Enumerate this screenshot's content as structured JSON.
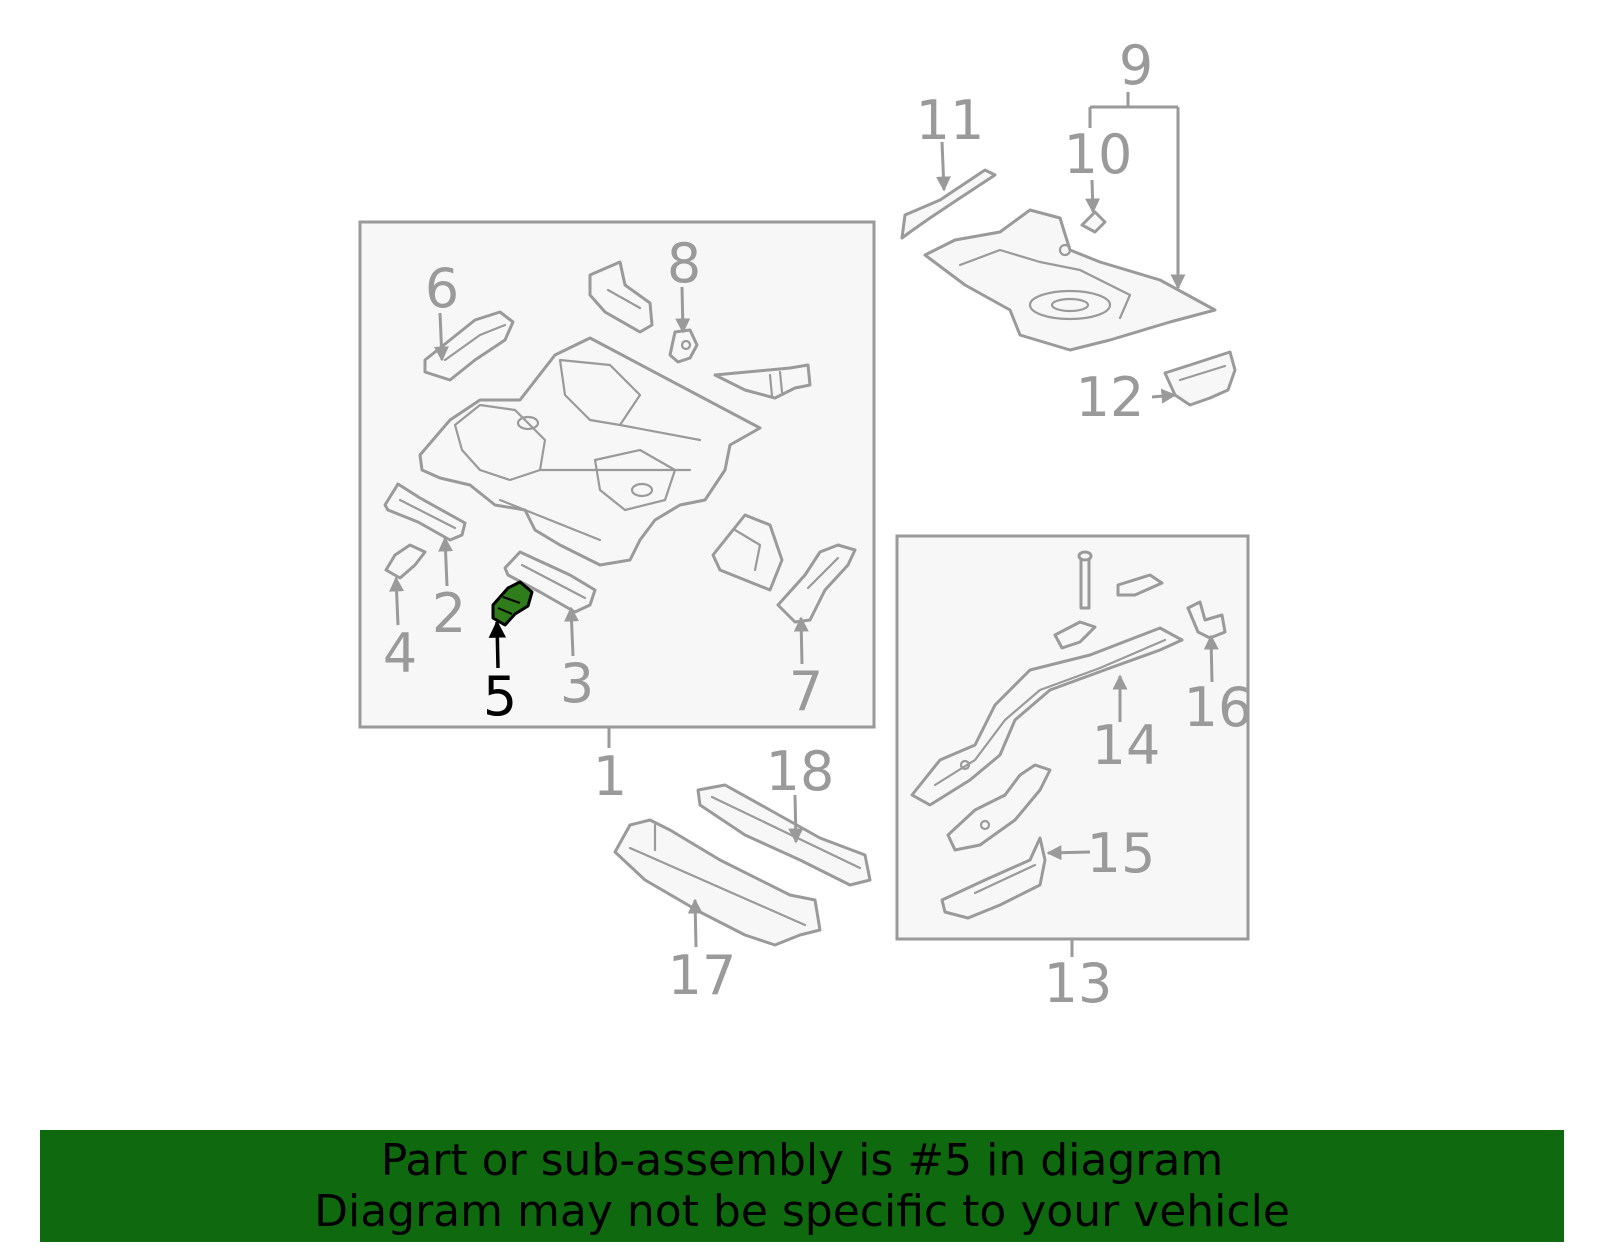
{
  "colors": {
    "line": "#9a9a9a",
    "highlight_fill": "#2e7d1a",
    "banner_bg": "#0f6a0f",
    "highlight_text": "#000000"
  },
  "callouts": {
    "c1": "1",
    "c2": "2",
    "c3": "3",
    "c4": "4",
    "c5": "5",
    "c6": "6",
    "c7": "7",
    "c8": "8",
    "c9": "9",
    "c10": "10",
    "c11": "11",
    "c12": "12",
    "c13": "13",
    "c14": "14",
    "c15": "15",
    "c16": "16",
    "c17": "17",
    "c18": "18"
  },
  "highlighted_callout": "5",
  "banner": {
    "line1": "Part or sub-assembly is #5 in diagram",
    "line2": "Diagram may not be specific to your vehicle"
  }
}
